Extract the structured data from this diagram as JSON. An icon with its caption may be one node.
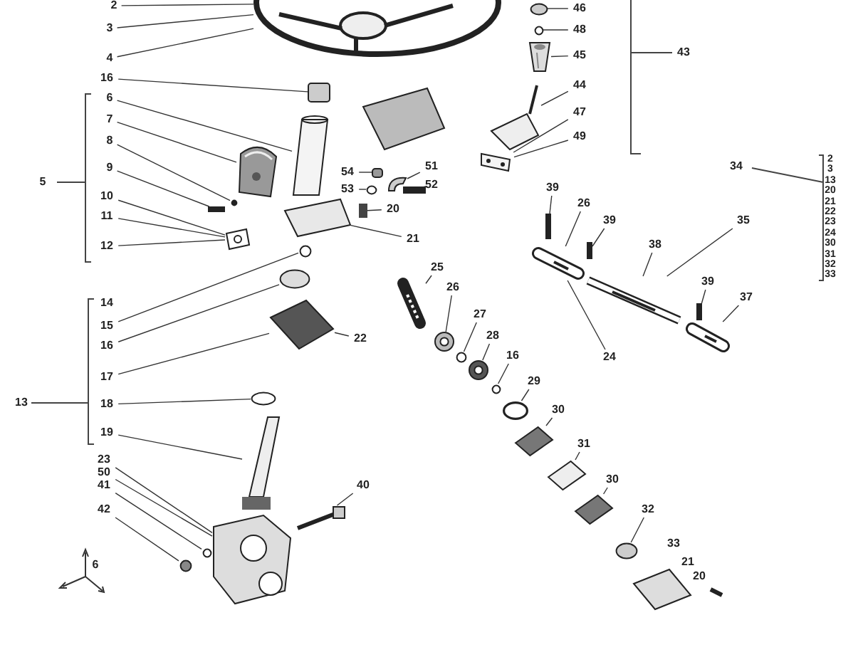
{
  "diagram": {
    "nodes": [
      {
        "text": [
          "2"
        ]
      },
      {
        "text": [
          "3"
        ]
      },
      {
        "text": [
          "4"
        ]
      },
      {
        "text": [
          "16"
        ]
      },
      {
        "text": [
          "6"
        ]
      },
      {
        "text": [
          "7"
        ]
      },
      {
        "text": [
          "8"
        ]
      },
      {
        "text": [
          "9"
        ]
      },
      {
        "text": [
          "10"
        ]
      },
      {
        "text": [
          "11"
        ]
      },
      {
        "text": [
          "12"
        ]
      },
      {
        "text": [
          "15"
        ]
      },
      {
        "text": [
          "16"
        ]
      },
      {
        "text": [
          "17"
        ]
      },
      {
        "text": [
          "18"
        ]
      },
      {
        "text": [
          "19"
        ]
      },
      {
        "text": [
          "23"
        ]
      },
      {
        "text": [
          "50"
        ]
      },
      {
        "text": [
          "41"
        ]
      },
      {
        "text": [
          "42"
        ]
      },
      {
        "text": [
          "46"
        ]
      },
      {
        "text": [
          "48"
        ]
      },
      {
        "text": [
          "45"
        ]
      },
      {
        "text": [
          "44"
        ]
      },
      {
        "text": [
          "47"
        ]
      },
      {
        "text": [
          "49"
        ]
      },
      {
        "text": [
          "43"
        ]
      },
      {
        "text": [
          "54"
        ]
      },
      {
        "text": [
          "53"
        ]
      },
      {
        "text": [
          "51"
        ]
      },
      {
        "text": [
          "52"
        ]
      },
      {
        "text": [
          "20"
        ]
      },
      {
        "text": [
          "21"
        ]
      },
      {
        "text": [
          "39"
        ]
      },
      {
        "text": [
          "26"
        ]
      },
      {
        "text": [
          "39"
        ]
      },
      {
        "text": [
          "38"
        ]
      },
      {
        "text": [
          "35"
        ]
      },
      {
        "text": [
          "39"
        ]
      },
      {
        "text": [
          "37"
        ]
      },
      {
        "text": [
          "25"
        ]
      },
      {
        "text": [
          "26"
        ]
      },
      {
        "text": [
          "27"
        ]
      },
      {
        "text": [
          "28"
        ]
      },
      {
        "text": [
          "16"
        ]
      },
      {
        "text": [
          "29"
        ]
      },
      {
        "text": [
          "30"
        ]
      },
      {
        "text": [
          "31"
        ]
      },
      {
        "text": [
          "30"
        ]
      },
      {
        "text": [
          "32"
        ]
      },
      {
        "text": [
          "22"
        ]
      },
      {
        "text": [
          "24"
        ]
      },
      {
        "text": [
          "40"
        ]
      },
      {
        "text": [],
        "shape": "picture"
      },
      {
        "text": [],
        "shape": "box"
      },
      {
        "text": [],
        "shape": "circle"
      },
      {
        "text": [],
        "shape": "picture"
      },
      {
        "text": [],
        "shape": "bar"
      },
      {
        "text": [],
        "shape": "picture"
      },
      {
        "text": [],
        "shape": "picture"
      },
      {
        "text": [],
        "shape": "picture"
      },
      {
        "text": [],
        "shape": "circle"
      },
      {
        "text": [],
        "shape": "picture"
      },
      {
        "text": [],
        "shape": "circle"
      },
      {
        "text": [],
        "shape": "circle"
      },
      {
        "text": [],
        "shape": "picture"
      },
      {
        "text": [],
        "shape": "picture"
      },
      {
        "text": [],
        "shape": "picture"
      },
      {
        "text": [],
        "shape": "circle"
      },
      {
        "text": [],
        "shape": "circle"
      },
      {
        "text": [],
        "shape": "picture"
      },
      {
        "text": [],
        "shape": "box"
      },
      {
        "text": [],
        "shape": "picture"
      },
      {
        "text": [],
        "shape": "picture"
      },
      {
        "text": [],
        "shape": "bar"
      },
      {
        "text": [],
        "shape": "circle"
      },
      {
        "text": [],
        "shape": "picture"
      },
      {
        "text": [],
        "shape": "circle"
      },
      {
        "text": [],
        "shape": "circle"
      },
      {
        "text": [],
        "shape": "picture"
      },
      {
        "text": [],
        "shape": "circle"
      },
      {
        "text": [],
        "shape": "picture"
      },
      {
        "text": [],
        "shape": "picture"
      },
      {
        "text": [],
        "shape": "circle"
      },
      {
        "text": [],
        "shape": "circle"
      },
      {
        "text": [],
        "shape": "circle"
      },
      {
        "text": [],
        "shape": "picture"
      },
      {
        "text": [],
        "shape": "picture"
      },
      {
        "text": [],
        "shape": "bar"
      },
      {
        "text": [],
        "shape": "bar"
      },
      {
        "text": [],
        "shape": "picture"
      },
      {
        "text": [],
        "shape": "picture"
      },
      {
        "text": [],
        "shape": "picture"
      },
      {
        "text": [],
        "shape": "bar"
      },
      {
        "text": [],
        "shape": "bar"
      },
      {
        "text": [],
        "shape": "picture"
      }
    ],
    "edges": [
      {
        "from": 0,
        "to": 70,
        "arrow": "none"
      },
      {
        "from": 1,
        "to": 70,
        "arrow": "none"
      },
      {
        "from": 2,
        "to": 70,
        "arrow": "none"
      },
      {
        "from": 3,
        "to": 71,
        "arrow": "none"
      },
      {
        "from": 4,
        "to": 72,
        "arrow": "none"
      },
      {
        "from": 5,
        "to": 73,
        "arrow": "none"
      },
      {
        "from": 6,
        "to": 75,
        "arrow": "none"
      },
      {
        "from": 7,
        "to": 74,
        "arrow": "none"
      },
      {
        "from": 8,
        "to": 76,
        "arrow": "none"
      },
      {
        "from": 9,
        "to": 76,
        "arrow": "none"
      },
      {
        "from": 10,
        "to": 76,
        "arrow": "none"
      },
      {
        "from": 11,
        "to": 77,
        "arrow": "none"
      },
      {
        "from": 12,
        "to": 78,
        "arrow": "none"
      },
      {
        "from": 13,
        "to": 79,
        "arrow": "none"
      },
      {
        "from": 14,
        "to": 80,
        "arrow": "none"
      },
      {
        "from": 15,
        "to": 81,
        "arrow": "none"
      },
      {
        "from": 16,
        "to": 82,
        "arrow": "none"
      },
      {
        "from": 17,
        "to": 82,
        "arrow": "none"
      },
      {
        "from": 18,
        "to": 83,
        "arrow": "none"
      },
      {
        "from": 19,
        "to": 84,
        "arrow": "none"
      },
      {
        "from": 20,
        "to": 85,
        "arrow": "none"
      },
      {
        "from": 21,
        "to": 69,
        "arrow": "none"
      },
      {
        "from": 22,
        "to": 53,
        "arrow": "none"
      },
      {
        "from": 23,
        "to": 86,
        "arrow": "none"
      },
      {
        "from": 24,
        "to": 87,
        "arrow": "none"
      },
      {
        "from": 25,
        "to": 87,
        "arrow": "none"
      },
      {
        "from": 27,
        "to": 54,
        "arrow": "none"
      },
      {
        "from": 28,
        "to": 55,
        "arrow": "none"
      },
      {
        "from": 29,
        "to": 56,
        "arrow": "none"
      },
      {
        "from": 30,
        "to": 88,
        "arrow": "none"
      },
      {
        "from": 31,
        "to": 57,
        "arrow": "none"
      },
      {
        "from": 32,
        "to": 58,
        "arrow": "none"
      },
      {
        "from": 33,
        "to": 89,
        "arrow": "none"
      },
      {
        "from": 34,
        "to": 90,
        "arrow": "none"
      },
      {
        "from": 35,
        "to": 93,
        "arrow": "none"
      },
      {
        "from": 36,
        "to": 91,
        "arrow": "none"
      },
      {
        "from": 37,
        "to": 91,
        "arrow": "none"
      },
      {
        "from": 38,
        "to": 94,
        "arrow": "none"
      },
      {
        "from": 39,
        "to": 92,
        "arrow": "none"
      },
      {
        "from": 40,
        "to": 59,
        "arrow": "none"
      },
      {
        "from": 41,
        "to": 60,
        "arrow": "none"
      },
      {
        "from": 42,
        "to": 61,
        "arrow": "none"
      },
      {
        "from": 43,
        "to": 62,
        "arrow": "none"
      },
      {
        "from": 44,
        "to": 63,
        "arrow": "none"
      },
      {
        "from": 45,
        "to": 64,
        "arrow": "none"
      },
      {
        "from": 46,
        "to": 65,
        "arrow": "none"
      },
      {
        "from": 47,
        "to": 66,
        "arrow": "none"
      },
      {
        "from": 48,
        "to": 67,
        "arrow": "none"
      },
      {
        "from": 49,
        "to": 68,
        "arrow": "none"
      },
      {
        "from": 50,
        "to": 79,
        "arrow": "none"
      },
      {
        "from": 51,
        "to": 90,
        "arrow": "none"
      },
      {
        "from": 52,
        "to": 95,
        "arrow": "none"
      }
    ],
    "labels": [
      "5",
      "14",
      "13",
      "34",
      "2",
      "3",
      "13",
      "20",
      "21",
      "22",
      "23",
      "24",
      "30",
      "31",
      "32",
      "33",
      "33",
      "21",
      "20",
      "6"
    ]
  }
}
